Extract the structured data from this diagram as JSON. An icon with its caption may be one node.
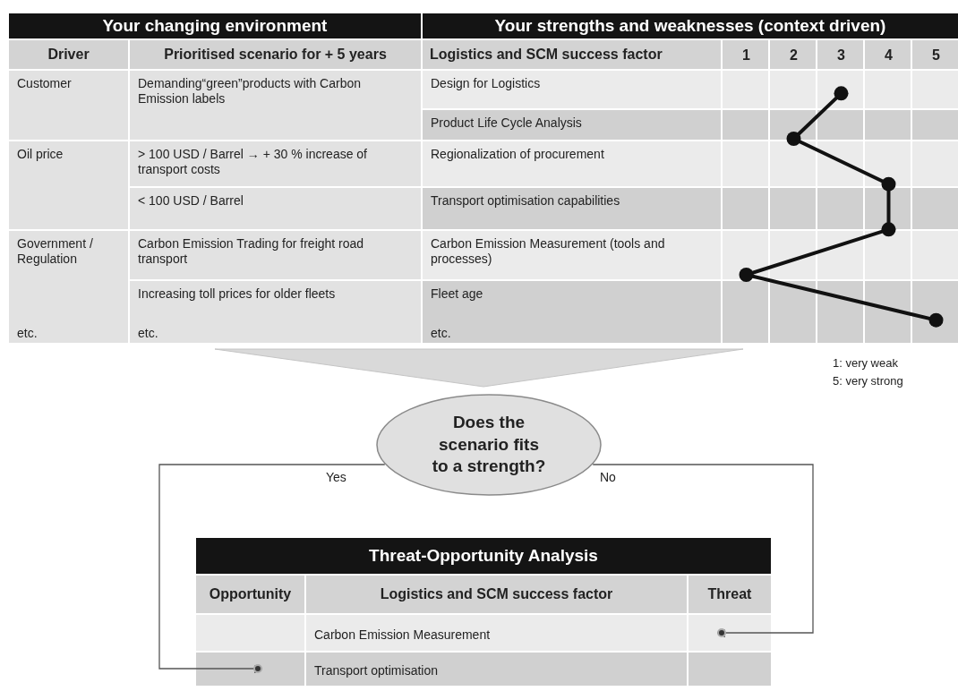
{
  "diagram": {
    "nodes": [
      {
        "text": [
          "Does the scenario fits to a strength?"
        ]
      },
      {
        "text": [],
        "shape": "circle"
      },
      {
        "text": [],
        "shape": "circle"
      }
    ],
    "edges": [
      {
        "from": 0,
        "to": 2,
        "arrow": "to",
        "label": "Yes"
      },
      {
        "from": 0,
        "to": 1,
        "arrow": "to",
        "label": "No"
      }
    ],
    "labels": [
      "Your changing environment",
      "Your strengths and weaknesses (context driven)",
      "Driver",
      "Prioritised scenario for + 5 years",
      "Logistics and SCM success factor",
      "Customer",
      "Demanding“green”products with Carbon Emission labels",
      "Design for Logistics",
      "Product Life Cycle Analysis",
      "Oil price",
      "> 100 USD / Barrel → + 30 % increase of transport costs",
      "Regionalization of procurement",
      "< 100 USD / Barrel",
      "Transport optimisation capabilities",
      "Government / Regulation",
      "Carbon Emission Trading for freight road transport",
      "Carbon Emission Measurement (tools and processes)",
      "Increasing toll prices for older fleets",
      "Fleet age",
      "etc.",
      "etc.",
      "etc.",
      "1: very weak",
      "5: very strong",
      "Threat-Opportunity Analysis",
      "Opportunity",
      "Logistics and SCM success factor",
      "Threat",
      "Carbon Emission Measurement",
      "Transport optimisation"
    ],
    "chart_data": {
      "type": "line",
      "orientation": "horizontal",
      "categories": [
        null,
        null,
        null,
        null,
        null,
        null
      ],
      "xticks": [
        1,
        2,
        3,
        4,
        5
      ],
      "xlim": [
        1,
        5
      ],
      "series": [
        {
          "color": "#111111",
          "marker": "circle",
          "values": [
            3,
            2,
            4,
            4,
            1,
            5
          ]
        }
      ]
    }
  }
}
